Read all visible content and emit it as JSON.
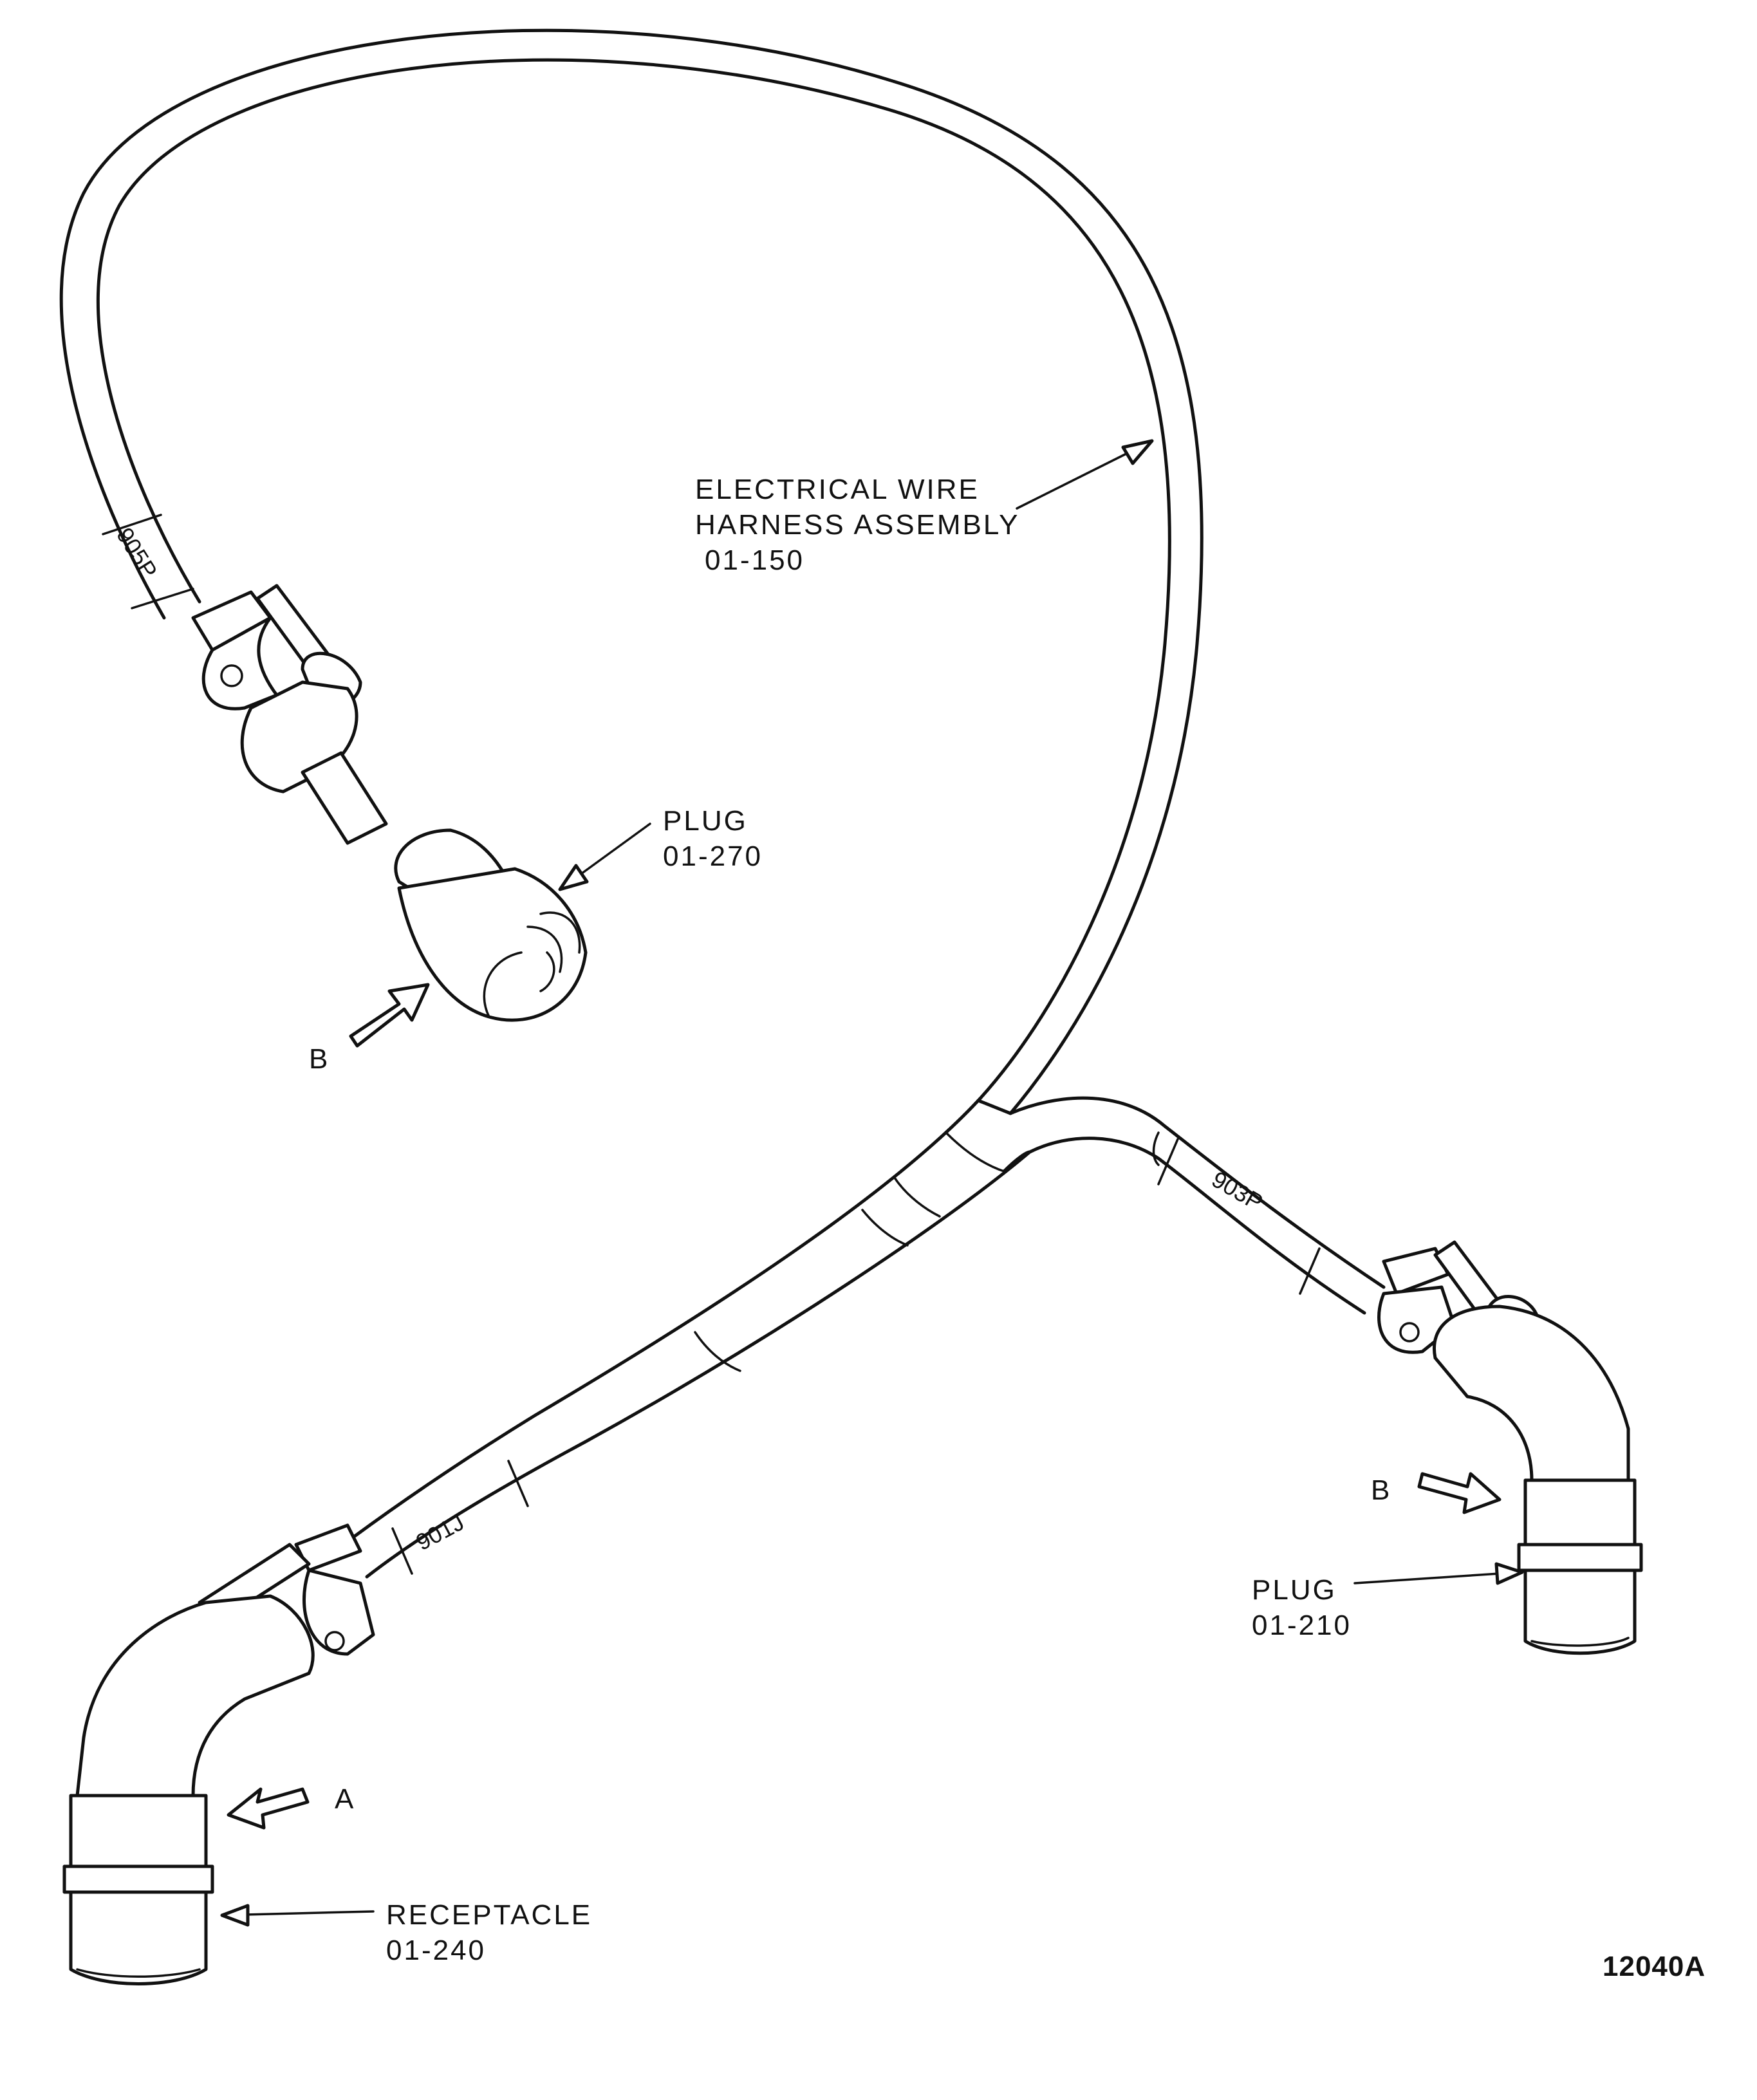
{
  "labels": {
    "harness_line1": "ELECTRICAL WIRE",
    "harness_line2": "HARNESS ASSEMBLY",
    "harness_number": "01-150",
    "plug_top_line1": "PLUG",
    "plug_top_number": "01-270",
    "plug_right_line1": "PLUG",
    "plug_right_number": "01-210",
    "receptacle_line1": "RECEPTACLE",
    "receptacle_number": "01-240",
    "view_b_top": "B",
    "view_b_right": "B",
    "view_a": "A",
    "figure_number": "12040A"
  },
  "wire_tags": {
    "tag_905p": "905P",
    "tag_903p": "903P",
    "tag_901j": "901J"
  }
}
